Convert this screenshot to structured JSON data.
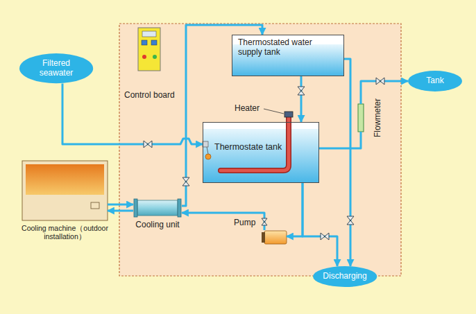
{
  "diagram": {
    "nodes": [
      {
        "text": [
          "Filtered seawater"
        ]
      },
      {
        "text": [
          "Control board"
        ]
      },
      {
        "text": [
          "Thermostated water supply tank"
        ]
      },
      {
        "text": [
          "Thermostate tank"
        ]
      },
      {
        "text": [
          "Cooling machine（outdoor installation）"
        ]
      },
      {
        "text": [
          "Cooling unit"
        ]
      },
      {
        "text": [
          "Pump"
        ]
      },
      {
        "text": [
          "Tank"
        ]
      },
      {
        "text": [
          "Discharging"
        ]
      },
      {
        "text": [
          "Flowmeter"
        ]
      }
    ],
    "edges": [
      {
        "from": 0,
        "to": 3,
        "arrow": "to"
      },
      {
        "from": 3,
        "to": 6,
        "arrow": "to"
      },
      {
        "from": 3,
        "to": 8,
        "arrow": "to"
      },
      {
        "from": 6,
        "to": 5,
        "arrow": "to"
      },
      {
        "from": 4,
        "to": 5,
        "arrow": "to"
      },
      {
        "from": 5,
        "to": 4,
        "arrow": "to"
      },
      {
        "from": 5,
        "to": 2,
        "arrow": "to"
      },
      {
        "from": 2,
        "to": 3,
        "arrow": "to"
      },
      {
        "from": 2,
        "to": 8,
        "arrow": "to"
      },
      {
        "from": 3,
        "to": 9,
        "arrow": "none"
      },
      {
        "from": 9,
        "to": 7,
        "arrow": "to"
      }
    ],
    "labels": [
      "Heater"
    ]
  }
}
